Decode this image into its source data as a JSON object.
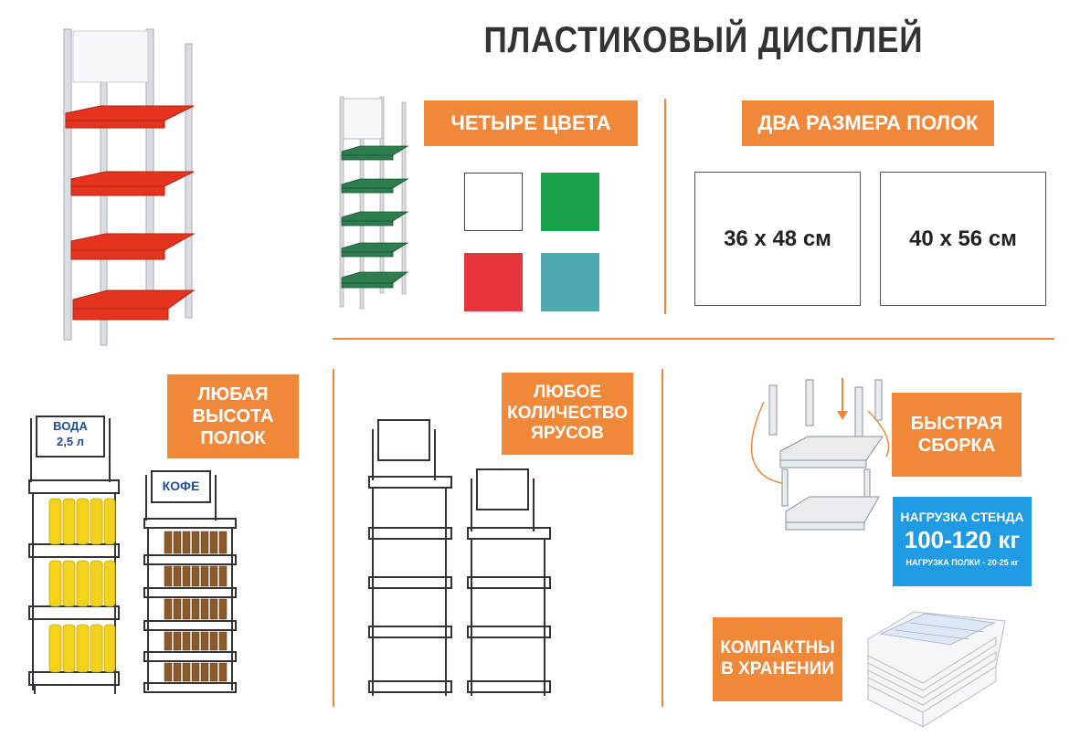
{
  "title": "ПЛАСТИКОВЫЙ  ДИСПЛЕЙ",
  "colors_section": {
    "label": "ЧЕТЫРЕ   ЦВЕТА",
    "swatches": [
      "#ffffff",
      "#1aa34a",
      "#e8353b",
      "#4fa9b0"
    ]
  },
  "sizes_section": {
    "label": "ДВА РАЗМЕРА ПОЛОК",
    "size_1": "36 х 48 см",
    "size_2": "40 х 56 см"
  },
  "height_section": {
    "label_line1": "ЛЮБАЯ",
    "label_line2": "ВЫСОТА",
    "label_line3": "ПОЛОК",
    "sign_water_line1": "ВОДА",
    "sign_water_line2": "2,5 л",
    "sign_coffee": "КОФЕ"
  },
  "tiers_section": {
    "label_line1": "ЛЮБОЕ",
    "label_line2": "КОЛИЧЕСТВО",
    "label_line3": "ЯРУСОВ"
  },
  "assembly_section": {
    "label_line1": "БЫСТРАЯ",
    "label_line2": "СБОРКА"
  },
  "load_section": {
    "line1": "НАГРУЗКА  СТЕНДА",
    "line2": "100-120 кг",
    "line3": "НАГРУЗКА  ПОЛКИ - 20-25 кг"
  },
  "storage_section": {
    "label_line1": "КОМПАКТНЫ",
    "label_line2": "В ХРАНЕНИИ"
  },
  "accent_color": "#f0883a",
  "load_box_color": "#1e9be3",
  "icons": [
    "red-display-rack-image",
    "green-display-rack-image",
    "bottle-rack-drawing",
    "coffee-rack-drawing",
    "rack-outline-drawing",
    "assembly-diagram-image",
    "stacked-shelves-image"
  ]
}
